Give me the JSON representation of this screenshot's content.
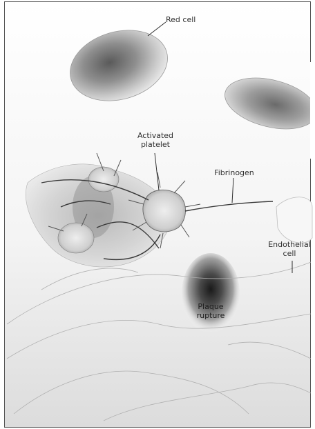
{
  "figure": {
    "labels": {
      "red_cell": "Red cell",
      "activated_platelet": "Activated\nplatelet",
      "fibrinogen": "Fibrinogen",
      "endothelial_cell": "Endothelial\ncell",
      "plaque_rupture": "Plaque\nrupture"
    },
    "colors": {
      "ink": "#2e2e2e",
      "shade_dark": "#3a3a3a",
      "shade_mid": "#8c8c8c",
      "shade_light": "#d6d6d6"
    }
  }
}
